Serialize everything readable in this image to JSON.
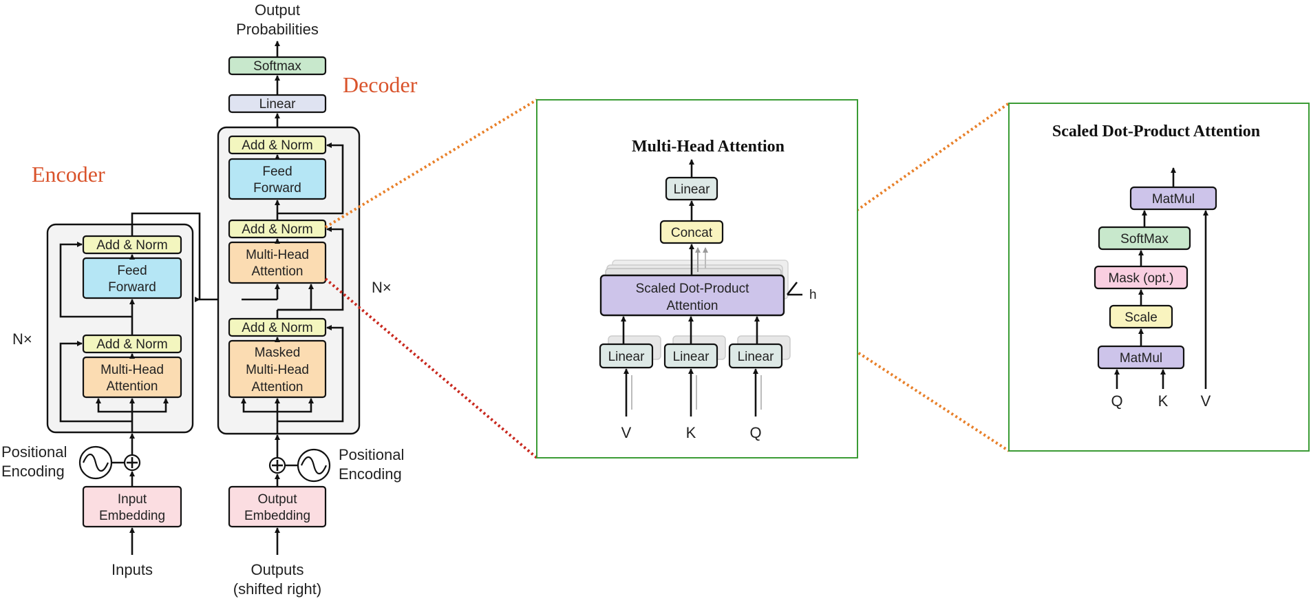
{
  "transformer": {
    "output_line1": "Output",
    "output_line2": "Probabilities",
    "softmax": "Softmax",
    "linear": "Linear",
    "decoder_title": "Decoder",
    "encoder_title": "Encoder",
    "add_norm": "Add & Norm",
    "feed_line1": "Feed",
    "feed_line2": "Forward",
    "mha_line1": "Multi-Head",
    "mha_line2": "Attention",
    "masked_line1": "Masked",
    "masked_line2": "Multi-Head",
    "masked_line3": "Attention",
    "nx": "N×",
    "pos_line1": "Positional",
    "pos_line2": "Encoding",
    "input_emb_line1": "Input",
    "input_emb_line2": "Embedding",
    "output_emb_line1": "Output",
    "output_emb_line2": "Embedding",
    "inputs": "Inputs",
    "outputs_line1": "Outputs",
    "outputs_line2": "(shifted right)"
  },
  "multihead": {
    "title": "Multi-Head Attention",
    "linear": "Linear",
    "concat": "Concat",
    "sdpa_line1": "Scaled Dot-Product",
    "sdpa_line2": "Attention",
    "h": "h",
    "v": "V",
    "k": "K",
    "q": "Q"
  },
  "sdpa": {
    "title": "Scaled Dot-Product Attention",
    "matmul": "MatMul",
    "softmax": "SoftMax",
    "mask": "Mask (opt.)",
    "scale": "Scale",
    "q": "Q",
    "k": "K",
    "v": "V"
  },
  "colors": {
    "add_norm": "#f3f6bf",
    "feed_forward": "#b5e6f5",
    "attention": "#fbdcb2",
    "embedding": "#fbdde1",
    "softmax": "#c8e8cc",
    "linear": "#dfe3f1",
    "sdpa_box": "#cdc4ea",
    "mh_linear": "#dde9e6",
    "concat": "#f9f4bf",
    "mask": "#f9cfe1",
    "stack_bg": "#f3f3f3",
    "panel_border": "#3a9b34",
    "dotted_orange": "#e8802a",
    "dotted_red": "#c8281e",
    "title_red": "#d9532b"
  }
}
